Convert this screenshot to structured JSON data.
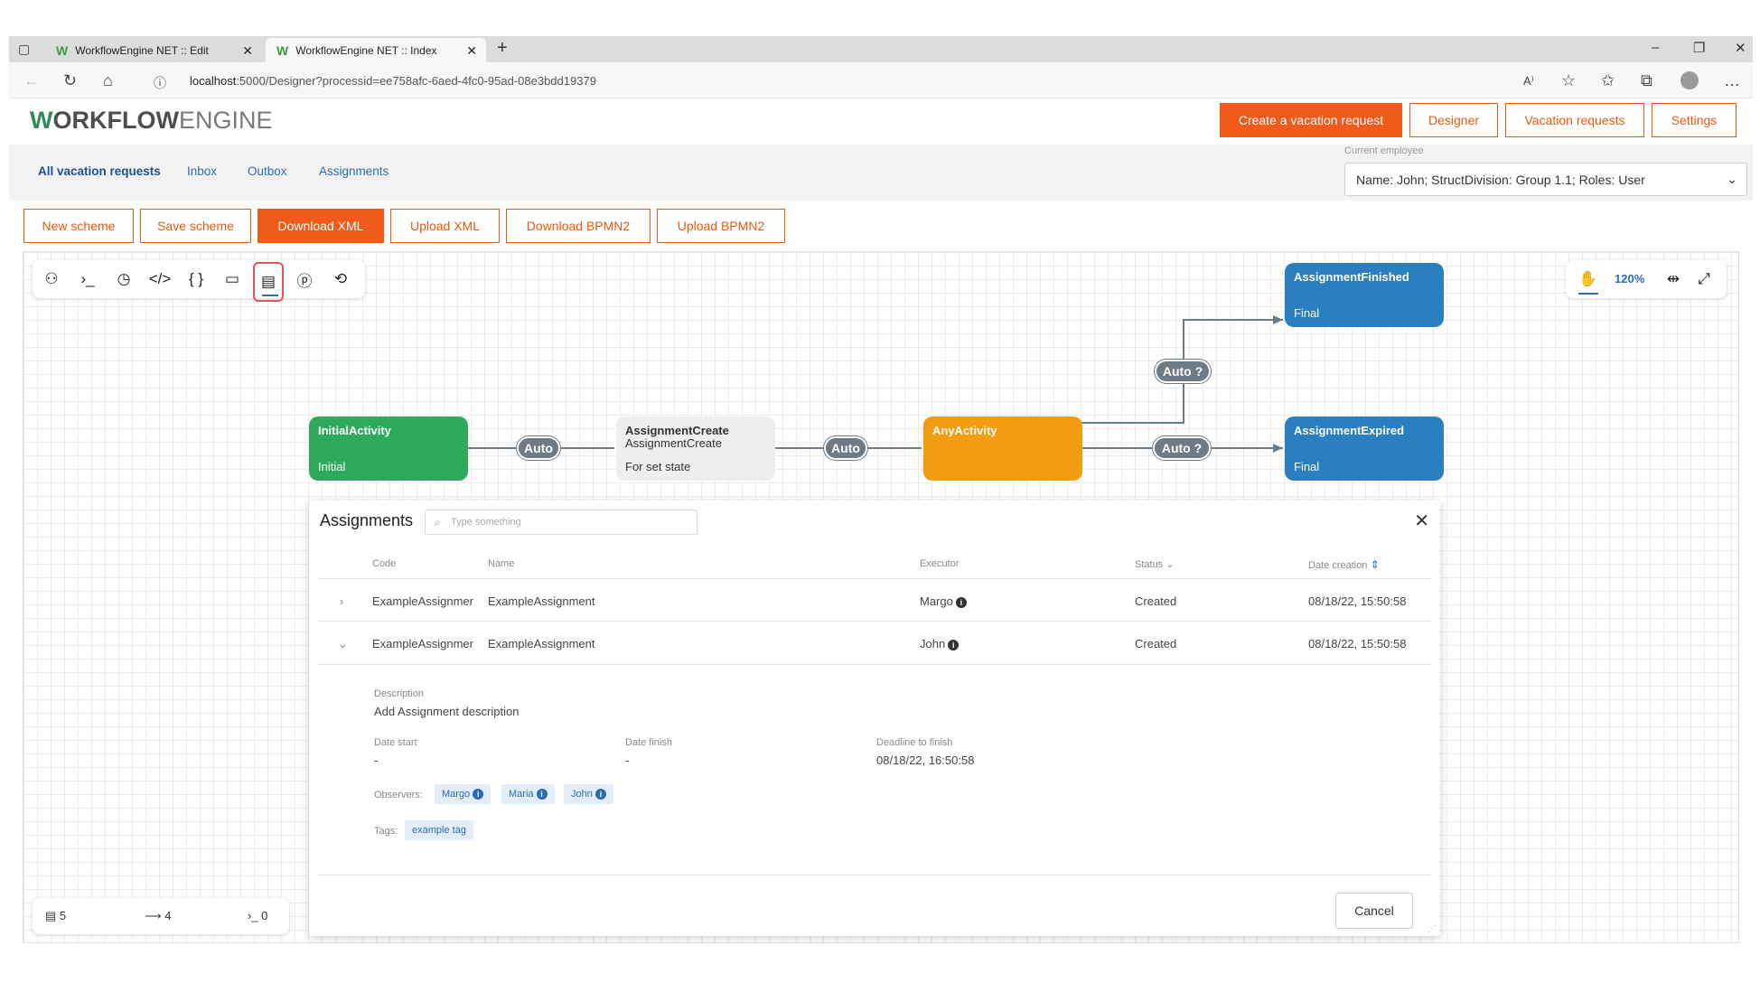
{
  "browser": {
    "tabs": [
      {
        "title": "WorkflowEngine NET :: Edit"
      },
      {
        "title": "WorkflowEngine NET :: Index"
      }
    ],
    "url_host": "localhost",
    "url_rest": ":5000/Designer?processid=ee758afc-6aed-4fc0-95ad-08e3bdd19379"
  },
  "header": {
    "logo_bold": "ORKFLOW",
    "logo_light": "ENGINE",
    "logo_v": "W",
    "buttons": [
      "Create a vacation request",
      "Designer",
      "Vacation requests",
      "Settings"
    ]
  },
  "subnav": {
    "links": [
      "All vacation requests",
      "Inbox",
      "Outbox",
      "Assignments"
    ],
    "employee_label": "Current employee",
    "employee_value": "Name: John; StructDivision: Group 1.1; Roles: User"
  },
  "scheme_buttons": [
    "New scheme",
    "Save scheme",
    "Download XML",
    "Upload XML",
    "Download BPMN2",
    "Upload BPMN2"
  ],
  "zoom": "120%",
  "colors": {
    "accent": "#f05a1a",
    "green": "#2eaa5c",
    "orange": "#f39c12",
    "blue": "#2a7fc1",
    "grey_node": "#eceeef",
    "transition": "#6e7b86"
  },
  "nodes": {
    "initial": {
      "title": "InitialActivity",
      "state": "Initial"
    },
    "create": {
      "title": "AssignmentCreate",
      "sub": "AssignmentCreate",
      "state": "For set state"
    },
    "any": {
      "title": "AnyActivity"
    },
    "finished": {
      "title": "AssignmentFinished",
      "state": "Final"
    },
    "expired": {
      "title": "AssignmentExpired",
      "state": "Final"
    }
  },
  "transitions": {
    "auto1": "Auto",
    "auto2": "Auto",
    "auto_q1": "Auto ?",
    "auto_q2": "Auto ?"
  },
  "assignments": {
    "title": "Assignments",
    "search_placeholder": "Type something",
    "columns": {
      "code": "Code",
      "name": "Name",
      "executor": "Executor",
      "status": "Status",
      "date": "Date creation"
    },
    "rows": [
      {
        "code": "ExampleAssignmer",
        "name": "ExampleAssignment",
        "executor": "Margo",
        "status": "Created",
        "date": "08/18/22, 15:50:58",
        "expanded": false
      },
      {
        "code": "ExampleAssignmer",
        "name": "ExampleAssignment",
        "executor": "John",
        "status": "Created",
        "date": "08/18/22, 15:50:58",
        "expanded": true
      }
    ],
    "details": {
      "description_label": "Description",
      "description": "Add Assignment description",
      "date_start_label": "Date start",
      "date_start": "-",
      "date_finish_label": "Date finish",
      "date_finish": "-",
      "deadline_label": "Deadline to finish",
      "deadline": "08/18/22, 16:50:58",
      "observers_label": "Observers:",
      "observers": [
        "Margo",
        "Maria",
        "John"
      ],
      "tags_label": "Tags:",
      "tags": [
        "example tag"
      ]
    },
    "cancel": "Cancel"
  },
  "counters": {
    "activities": "5",
    "transitions": "4",
    "commands": "0"
  }
}
